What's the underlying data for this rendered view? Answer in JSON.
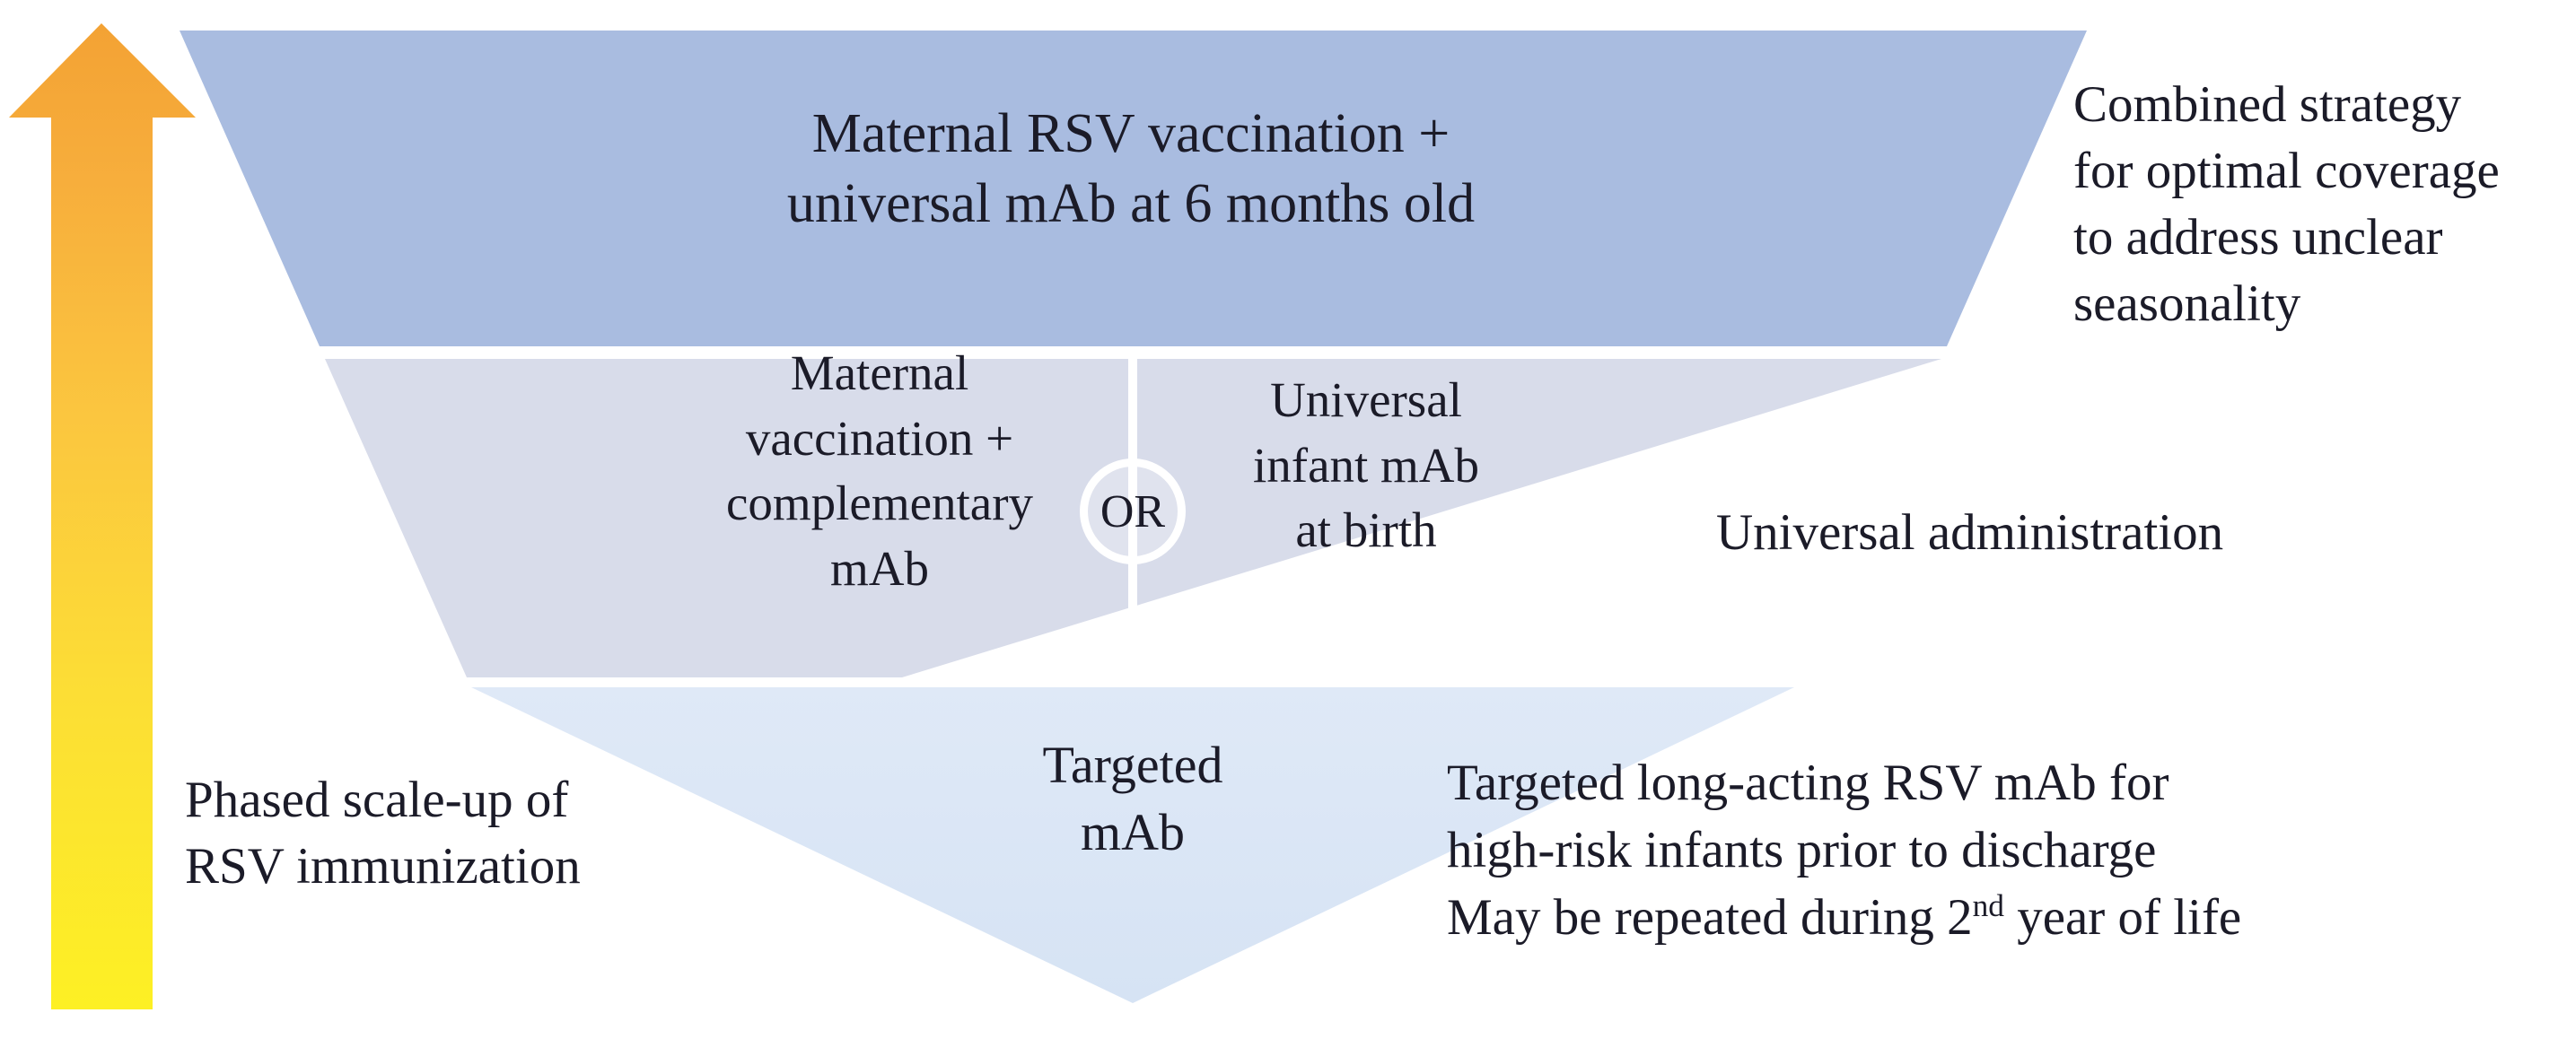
{
  "diagram": {
    "type": "inverted-pyramid",
    "title_text_color": "#1b1b28",
    "background": "#ffffff"
  },
  "arrow": {
    "name": "upward-growth-arrow",
    "direction": "up",
    "gradient_top": "#F6A93B",
    "gradient_bottom": "#FDEE2A",
    "meaning": "Phased scale-up of RSV immunization"
  },
  "bands": [
    {
      "id": "band-1",
      "level": 3,
      "fill": "#A9BCE0",
      "label_lines": [
        "Maternal RSV vaccination +",
        "universal mAb at 6 months old"
      ],
      "label": "Maternal RSV vaccination + universal mAb at 6 months old"
    },
    {
      "id": "band-2",
      "level": 2,
      "fill": "#D8DCEA",
      "left_label_lines": [
        "Maternal",
        "vaccination +",
        "complementary",
        "mAb"
      ],
      "left_label": "Maternal vaccination + complementary mAb",
      "connector": "OR",
      "right_label_lines": [
        "Universal",
        "infant mAb",
        "at birth"
      ],
      "right_label": "Universal infant mAb at birth",
      "divider_color": "#FFFFFF"
    },
    {
      "id": "band-3",
      "level": 1,
      "fill": "#DCE7F6",
      "label_lines": [
        "Targeted",
        "mAb"
      ],
      "label": "Targeted mAb"
    }
  ],
  "annotations": {
    "top_right": {
      "name": "combined-strategy-note",
      "lines": [
        "Combined strategy",
        "for optimal coverage",
        "to address unclear",
        "seasonality"
      ],
      "text": "Combined strategy for optimal coverage to address unclear seasonality"
    },
    "middle_right": {
      "name": "universal-administration-note",
      "lines": [
        "Universal administration"
      ],
      "text": "Universal administration"
    },
    "bottom_right": {
      "name": "targeted-mab-note",
      "lines": [
        "Targeted long-acting RSV mAb for",
        "high-risk infants prior to discharge",
        "May be repeated during 2nd year of life"
      ],
      "line3_prefix": "May be repeated during 2",
      "line3_superscript": "nd",
      "line3_suffix": " year of life",
      "text": "Targeted long-acting RSV mAb for high-risk infants prior to discharge. May be repeated during 2nd year of life"
    },
    "bottom_left": {
      "name": "phased-scale-up-note",
      "lines": [
        "Phased scale-up of",
        "RSV immunization"
      ],
      "text": "Phased scale-up of RSV immunization"
    }
  }
}
